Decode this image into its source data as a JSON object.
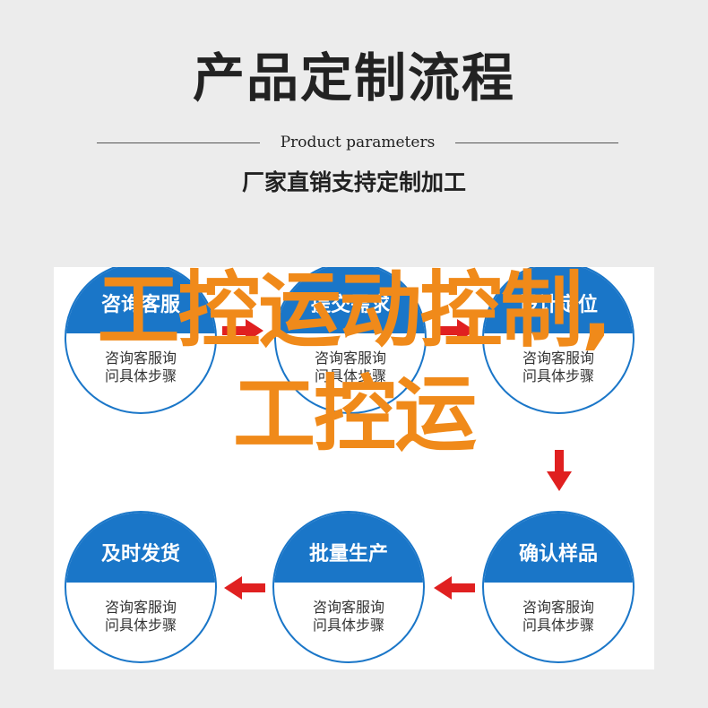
{
  "header": {
    "title": "产品定制流程",
    "subtitle": "Product parameters",
    "tagline": "厂家直销支持定制加工"
  },
  "steps_top": [
    {
      "label": "咨询客服",
      "line1": "咨询客服询",
      "line2": "问具体步骤"
    },
    {
      "label": "提交需求",
      "line1": "咨询客服询",
      "line2": "问具体步骤"
    },
    {
      "label": "设计定位",
      "line1": "咨询客服询",
      "line2": "问具体步骤"
    }
  ],
  "steps_bottom": [
    {
      "label": "及时发货",
      "line1": "咨询客服询",
      "line2": "问具体步骤"
    },
    {
      "label": "批量生产",
      "line1": "咨询客服询",
      "line2": "问具体步骤"
    },
    {
      "label": "确认样品",
      "line1": "咨询客服询",
      "line2": "问具体步骤"
    }
  ],
  "overlay": {
    "line1": "工控运动控制,",
    "line2": "工控运"
  },
  "colors": {
    "accent": "#1a76c8",
    "arrow": "#e02020",
    "overlay_text": "#f08a1a"
  }
}
